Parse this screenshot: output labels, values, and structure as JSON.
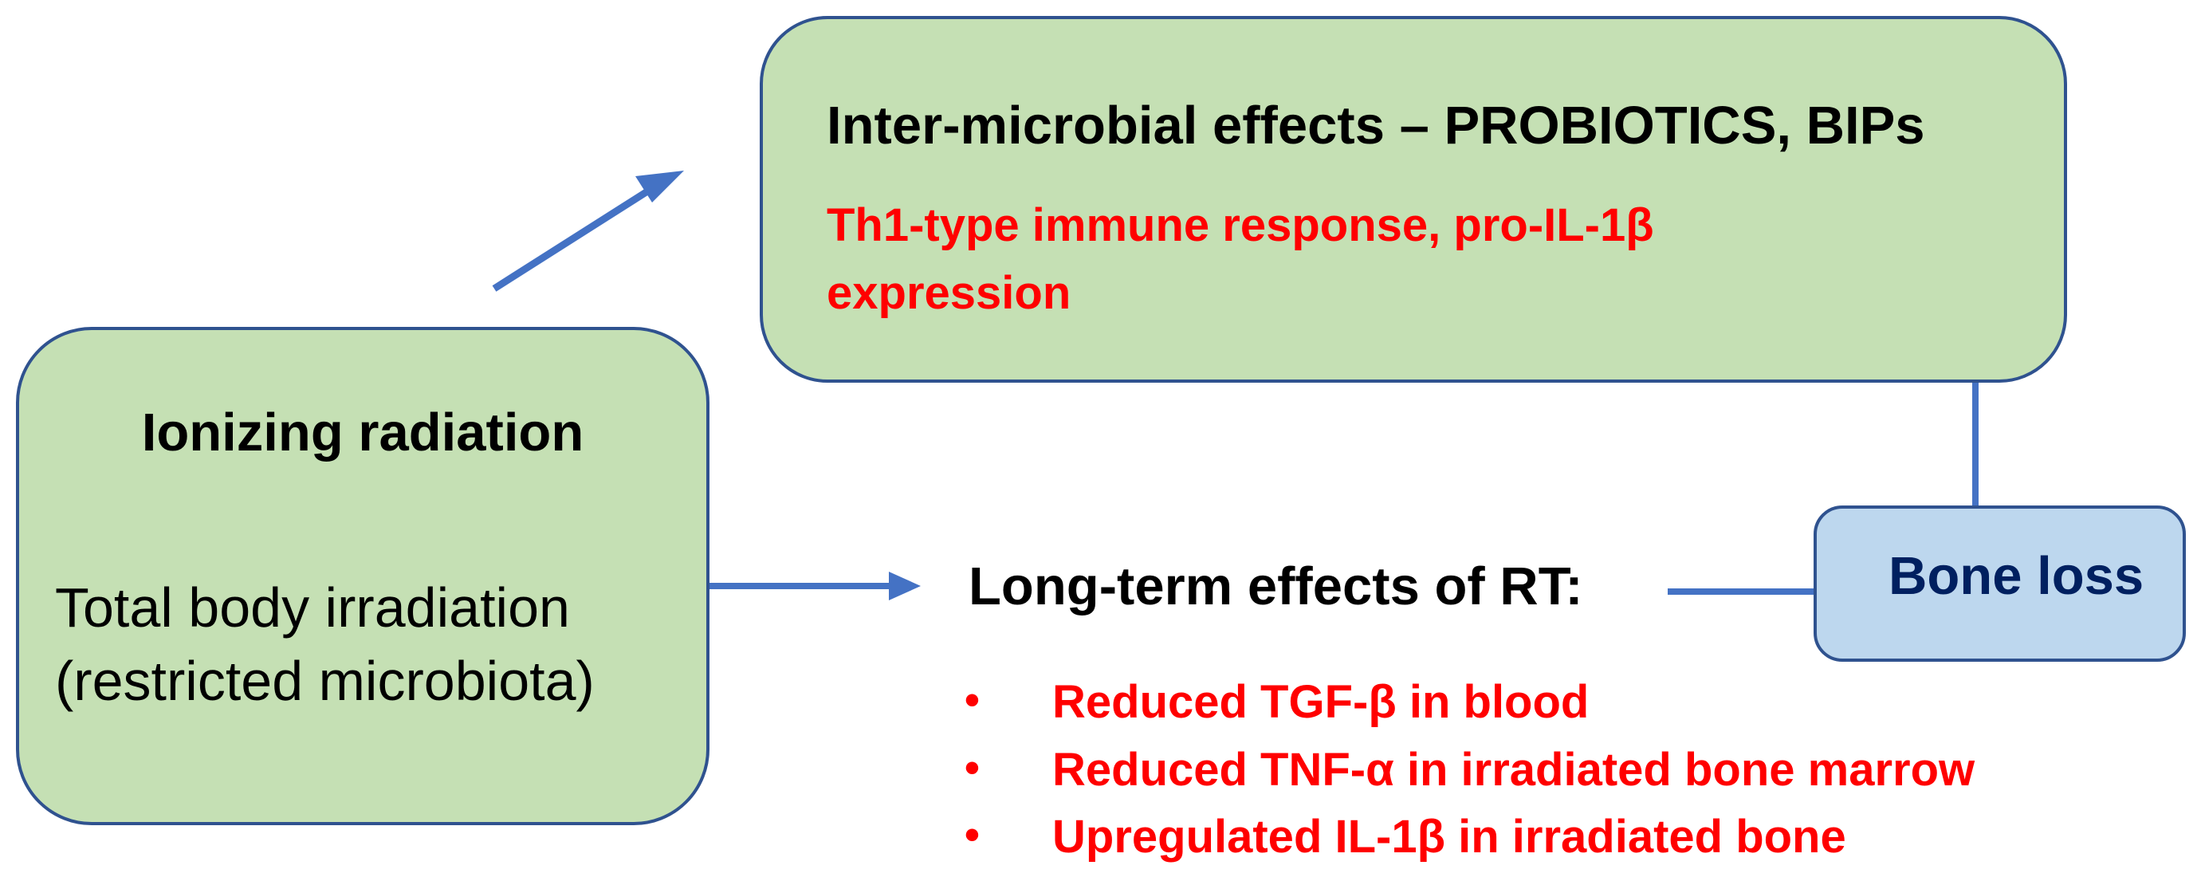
{
  "radiation_box": {
    "title": "Ionizing radiation",
    "subtitle_line1": "Total body irradiation",
    "subtitle_line2": "(restricted microbiota)"
  },
  "microbial_box": {
    "title": "Inter-microbial effects – PROBIOTICS, BIPs",
    "red_line1": "Th1-type immune response, pro-IL-1β",
    "red_line2": "expression"
  },
  "long_term": {
    "title": "Long-term effects of RT:",
    "bullet_symbol": "•",
    "bullets": [
      "Reduced TGF-β in blood",
      "Reduced TNF-α in irradiated bone marrow",
      "Upregulated IL-1β in irradiated bone"
    ]
  },
  "bone_loss_box": {
    "label": "Bone loss"
  },
  "colors": {
    "box_green": "#c5e0b4",
    "box_blue": "#bdd7ee",
    "border": "#2f528f",
    "arrow": "#4472c4",
    "red_text": "#ff0000",
    "bone_text": "#002060"
  }
}
